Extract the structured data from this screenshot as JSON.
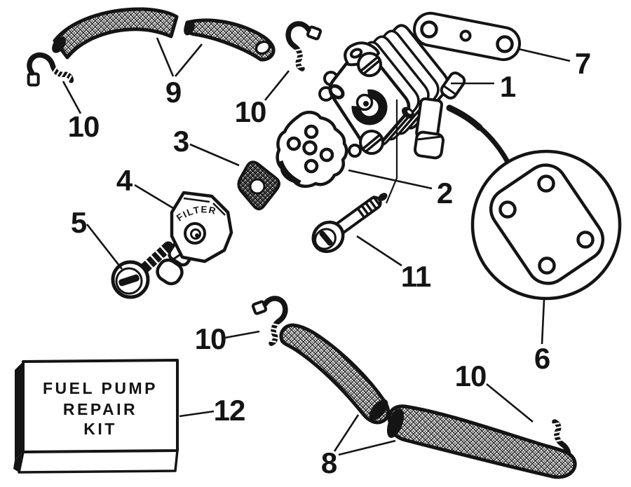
{
  "canvas": {
    "background": "#ffffff",
    "ink": "#141414"
  },
  "kit_box": {
    "line1": "FUEL PUMP",
    "line2": "REPAIR",
    "line3": "KIT"
  },
  "filter_cap": {
    "label": "FILTER"
  },
  "callouts": [
    {
      "part": "1"
    },
    {
      "part": "2"
    },
    {
      "part": "3"
    },
    {
      "part": "4"
    },
    {
      "part": "5"
    },
    {
      "part": "6"
    },
    {
      "part": "7"
    },
    {
      "part": "8"
    },
    {
      "part": "9"
    },
    {
      "part": "10"
    },
    {
      "part": "10"
    },
    {
      "part": "10"
    },
    {
      "part": "10"
    },
    {
      "part": "11"
    },
    {
      "part": "12"
    }
  ]
}
